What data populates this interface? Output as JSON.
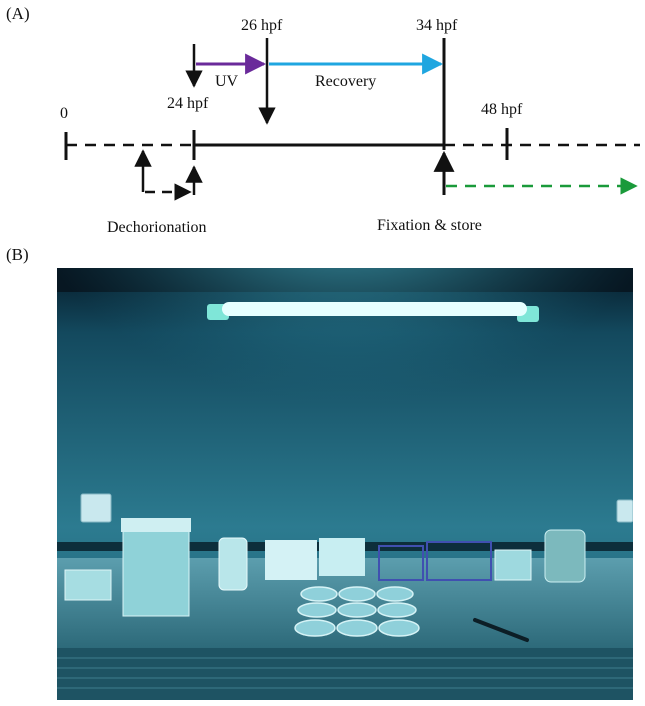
{
  "panels": {
    "a_label": "(A)",
    "b_label": "(B)"
  },
  "timeline": {
    "ticks": [
      "0",
      "24 hpf",
      "26 hpf",
      "34 hpf",
      "48 hpf"
    ],
    "phases": {
      "uv": "UV",
      "recovery": "Recovery"
    },
    "events": {
      "dechorionation": "Dechorionation",
      "fixation": "Fixation & store"
    },
    "colors": {
      "uv": "#6a2a9a",
      "recovery": "#1fa6e0",
      "store": "#1a9a3a",
      "line": "#111111"
    }
  },
  "photo": {
    "colors": {
      "lamp": "#e6ffff",
      "glow": "#4fd8ee",
      "wall": "#2a6f86",
      "dark": "#08202c",
      "floor": "#6aa6b4"
    }
  }
}
